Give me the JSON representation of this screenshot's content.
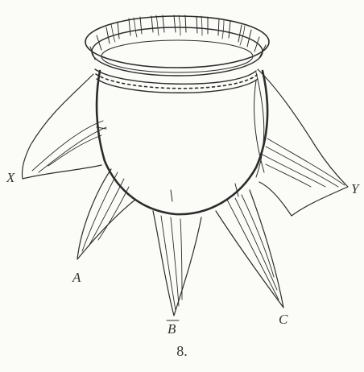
{
  "figure": {
    "labels": {
      "x": "X",
      "y": "Y",
      "a": "A",
      "b": "B",
      "c": "C"
    },
    "caption": "8."
  },
  "colors": {
    "ink": "#2c2c2c",
    "paper": "#fbfbf8"
  }
}
